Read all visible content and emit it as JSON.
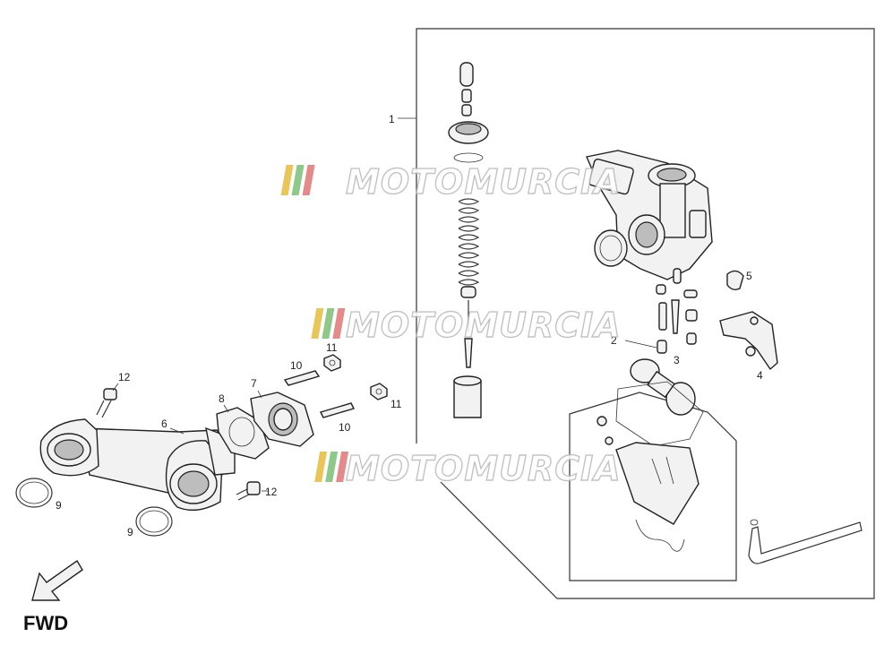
{
  "callouts": {
    "c1": "1",
    "c2": "2",
    "c3": "3",
    "c4": "4",
    "c5": "5",
    "c6": "6",
    "c7": "7",
    "c8": "8",
    "c9a": "9",
    "c9b": "9",
    "c10a": "10",
    "c10b": "10",
    "c11a": "11",
    "c11b": "11",
    "c12a": "12",
    "c12b": "12"
  },
  "direction_label": "FWD",
  "watermark": {
    "text": "MOTOMURCIA",
    "stripe_colors": [
      "#e8c65a",
      "#8fc98a",
      "#e58a8a"
    ]
  }
}
